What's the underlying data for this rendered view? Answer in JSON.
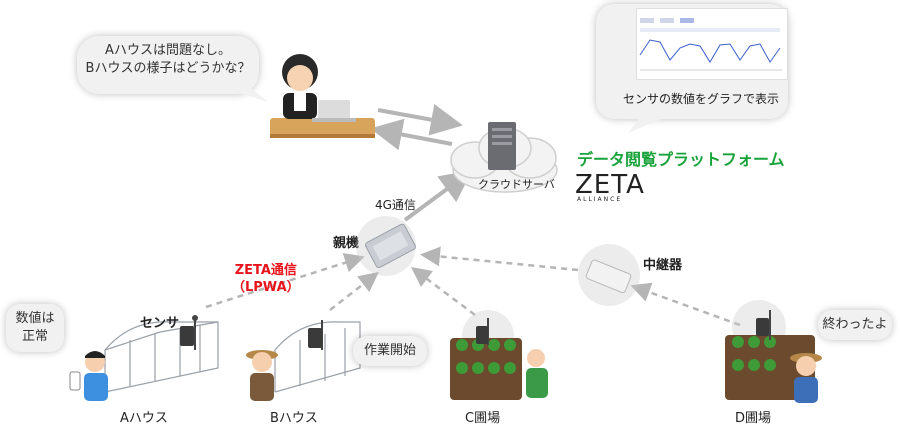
{
  "speech": {
    "user_line1": "Aハウスは問題なし。",
    "user_line2": "Bハウスの様子はどうかな？",
    "sensor_status_line1": "数値は",
    "sensor_status_line2": "正常",
    "work_start": "作業開始",
    "finished": "終わったよ",
    "graph_caption": "センサの数値をグラフで表示"
  },
  "labels": {
    "platform": "データ閲覧プラットフォーム",
    "cloud_server": "クラウドサーバ",
    "comm_4g": "4G通信",
    "parent_unit": "親機",
    "repeater": "中継器",
    "zeta_comm_line1": "ZETA通信",
    "zeta_comm_line2": "（LPWA）",
    "sensor": "センサ",
    "house_a": "Aハウス",
    "house_b": "Bハウス",
    "field_c": "C圃場",
    "field_d": "D圃場"
  },
  "logo": {
    "main": "ZETA",
    "sub": "ALLIANCE"
  },
  "colors": {
    "platform_green": "#1aa33b",
    "zeta_red": "#e8141c",
    "arrow_gray": "#b5b5b5"
  }
}
